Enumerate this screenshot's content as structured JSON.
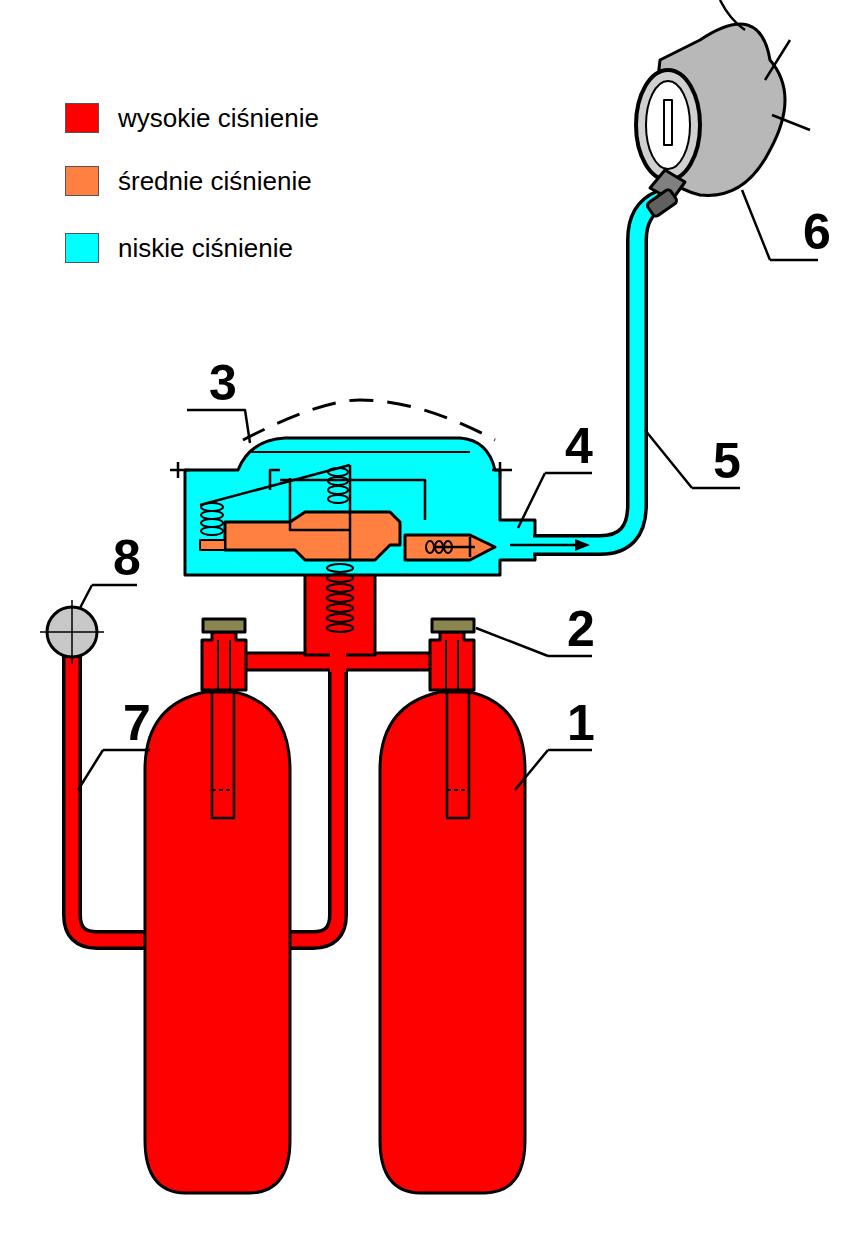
{
  "diagram": {
    "labels": [
      "6",
      "3",
      "4",
      "5",
      "8",
      "2",
      "7",
      "1"
    ],
    "legend": [
      {
        "text": "wysokie ciśnienie",
        "color": "#ff0000"
      },
      {
        "text": "średnie ciśnienie",
        "color": "#ff8040"
      },
      {
        "text": "niskie ciśnienie",
        "color": "#00ffff"
      }
    ]
  }
}
